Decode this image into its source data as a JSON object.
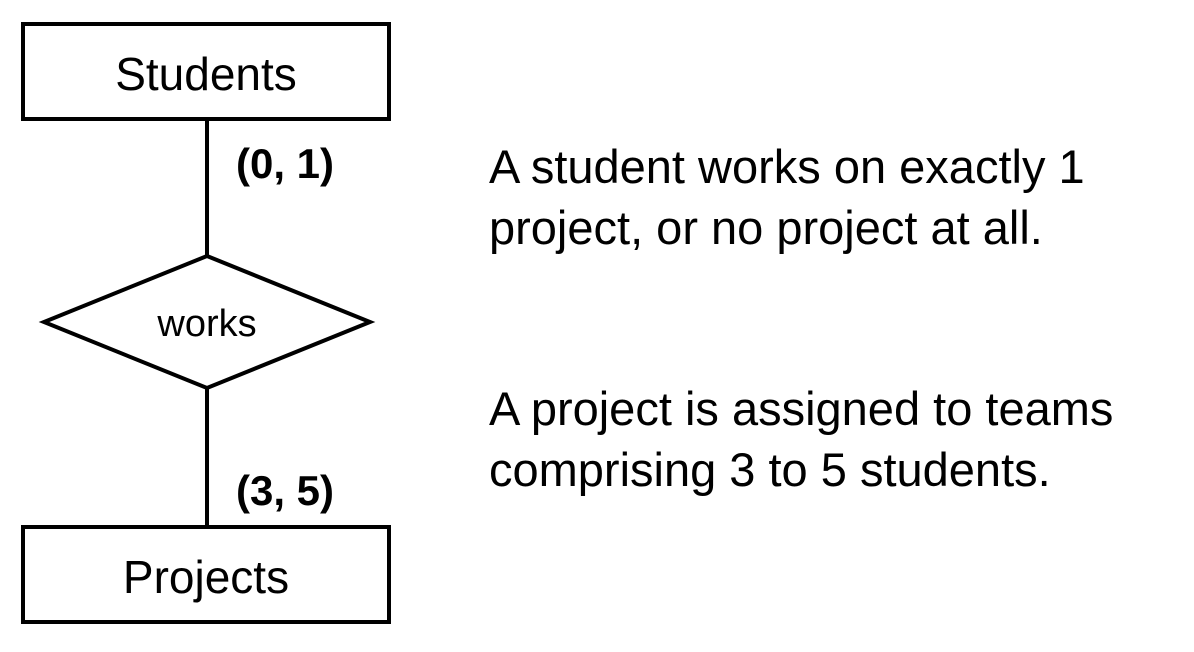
{
  "diagram": {
    "entities": {
      "top": "Students",
      "bottom": "Projects"
    },
    "relationship": "works",
    "cardinalities": {
      "top": "(0, 1)",
      "bottom": "(3, 5)"
    },
    "descriptions": [
      {
        "lines": [
          "A student works on exactly 1",
          "project, or no project at all."
        ]
      },
      {
        "lines": [
          "A project is assigned to teams",
          "comprising 3 to 5 students."
        ]
      }
    ]
  }
}
